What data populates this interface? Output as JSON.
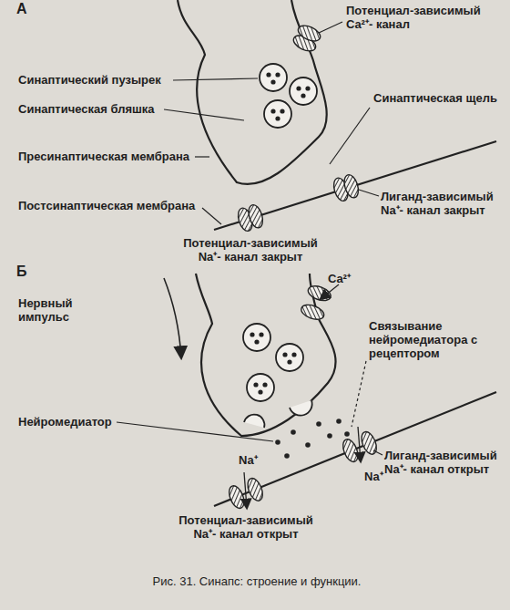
{
  "diagram": {
    "caption": "Рис. 31. Синапс: строение и функции.",
    "labels": [
      "А",
      "Потенциал-зависимый Ca²⁺- канал",
      "Синаптический пузырек",
      "Синаптическая бляшка",
      "Синаптическая щель",
      "Пресинаптическая мембрана",
      "Лиганд-зависимый Na⁺- канал закрыт",
      "Постсинаптическая мембрана",
      "Потенциал-зависимый Na⁺- канал закрыт",
      "Б",
      "Ca²⁺",
      "Нервный импульс",
      "Связывание нейромедиатора с рецептором",
      "Нейромедиатор",
      "Лиганд-зависимый Na⁺- канал открыт",
      "Na⁺",
      "Na⁺",
      "Потенциал-зависимый Na⁺- канал открыт"
    ]
  }
}
